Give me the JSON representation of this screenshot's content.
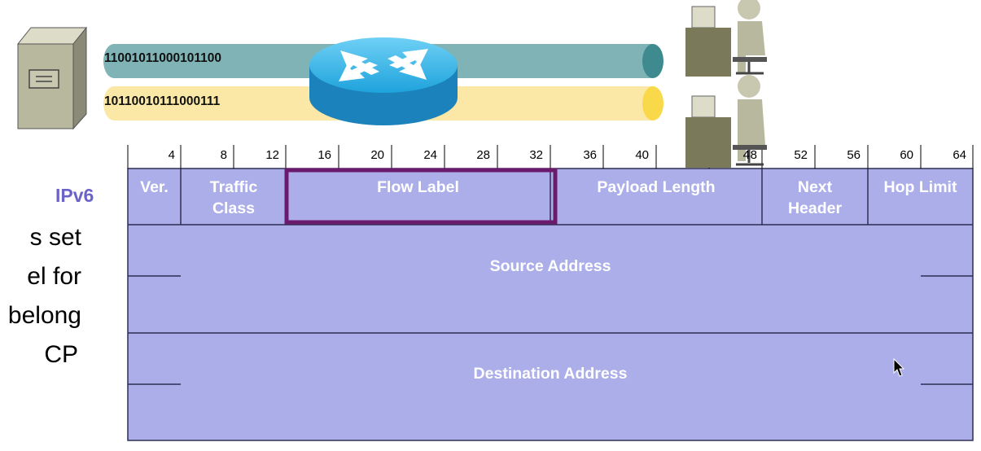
{
  "streams": {
    "top_bits": "11001011000101100",
    "bottom_bits": "10110010111000111",
    "top_color": "#7fb3b5",
    "bottom_color": "#fbe8a6"
  },
  "protocol_label": "IPv6",
  "side_text": [
    "s set",
    "el for",
    "belong",
    "CP"
  ],
  "ruler_ticks": [
    "4",
    "8",
    "12",
    "16",
    "20",
    "24",
    "28",
    "32",
    "36",
    "40",
    "4",
    "8",
    "52",
    "56",
    "60",
    "64"
  ],
  "header_fields": {
    "version": "Ver.",
    "traffic_class": "Traffic Class",
    "flow_label": "Flow Label",
    "payload_length": "Payload Length",
    "next_header": "Next Header",
    "hop_limit": "Hop Limit",
    "source_address": "Source Address",
    "destination_address": "Destination Address"
  },
  "colors": {
    "field_fill": "#abaee8",
    "field_border": "#2e2e52",
    "highlight": "#6b1a6e",
    "protocol_label": "#6b63c8",
    "router": "#1a8ec9"
  },
  "icons": [
    "server-icon",
    "router-icon",
    "user-workstation-icon",
    "mouse-cursor-icon"
  ]
}
